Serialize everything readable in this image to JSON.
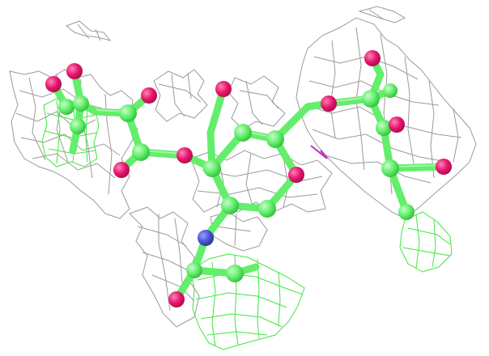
{
  "colors": {
    "background": "#ffffff",
    "carbon": "#63ee6b",
    "carbon_edge": "#2fbf3a",
    "oxygen": "#e8156e",
    "oxygen_edge": "#a80d4d",
    "nitrogen": "#4a55d9",
    "nitrogen_edge": "#2b338f",
    "mesh_gray": "#9a9a9a",
    "mesh_green": "#3ee63e",
    "marker": "#c02cc0"
  },
  "elements": [
    "carbon",
    "oxygen",
    "nitrogen"
  ]
}
